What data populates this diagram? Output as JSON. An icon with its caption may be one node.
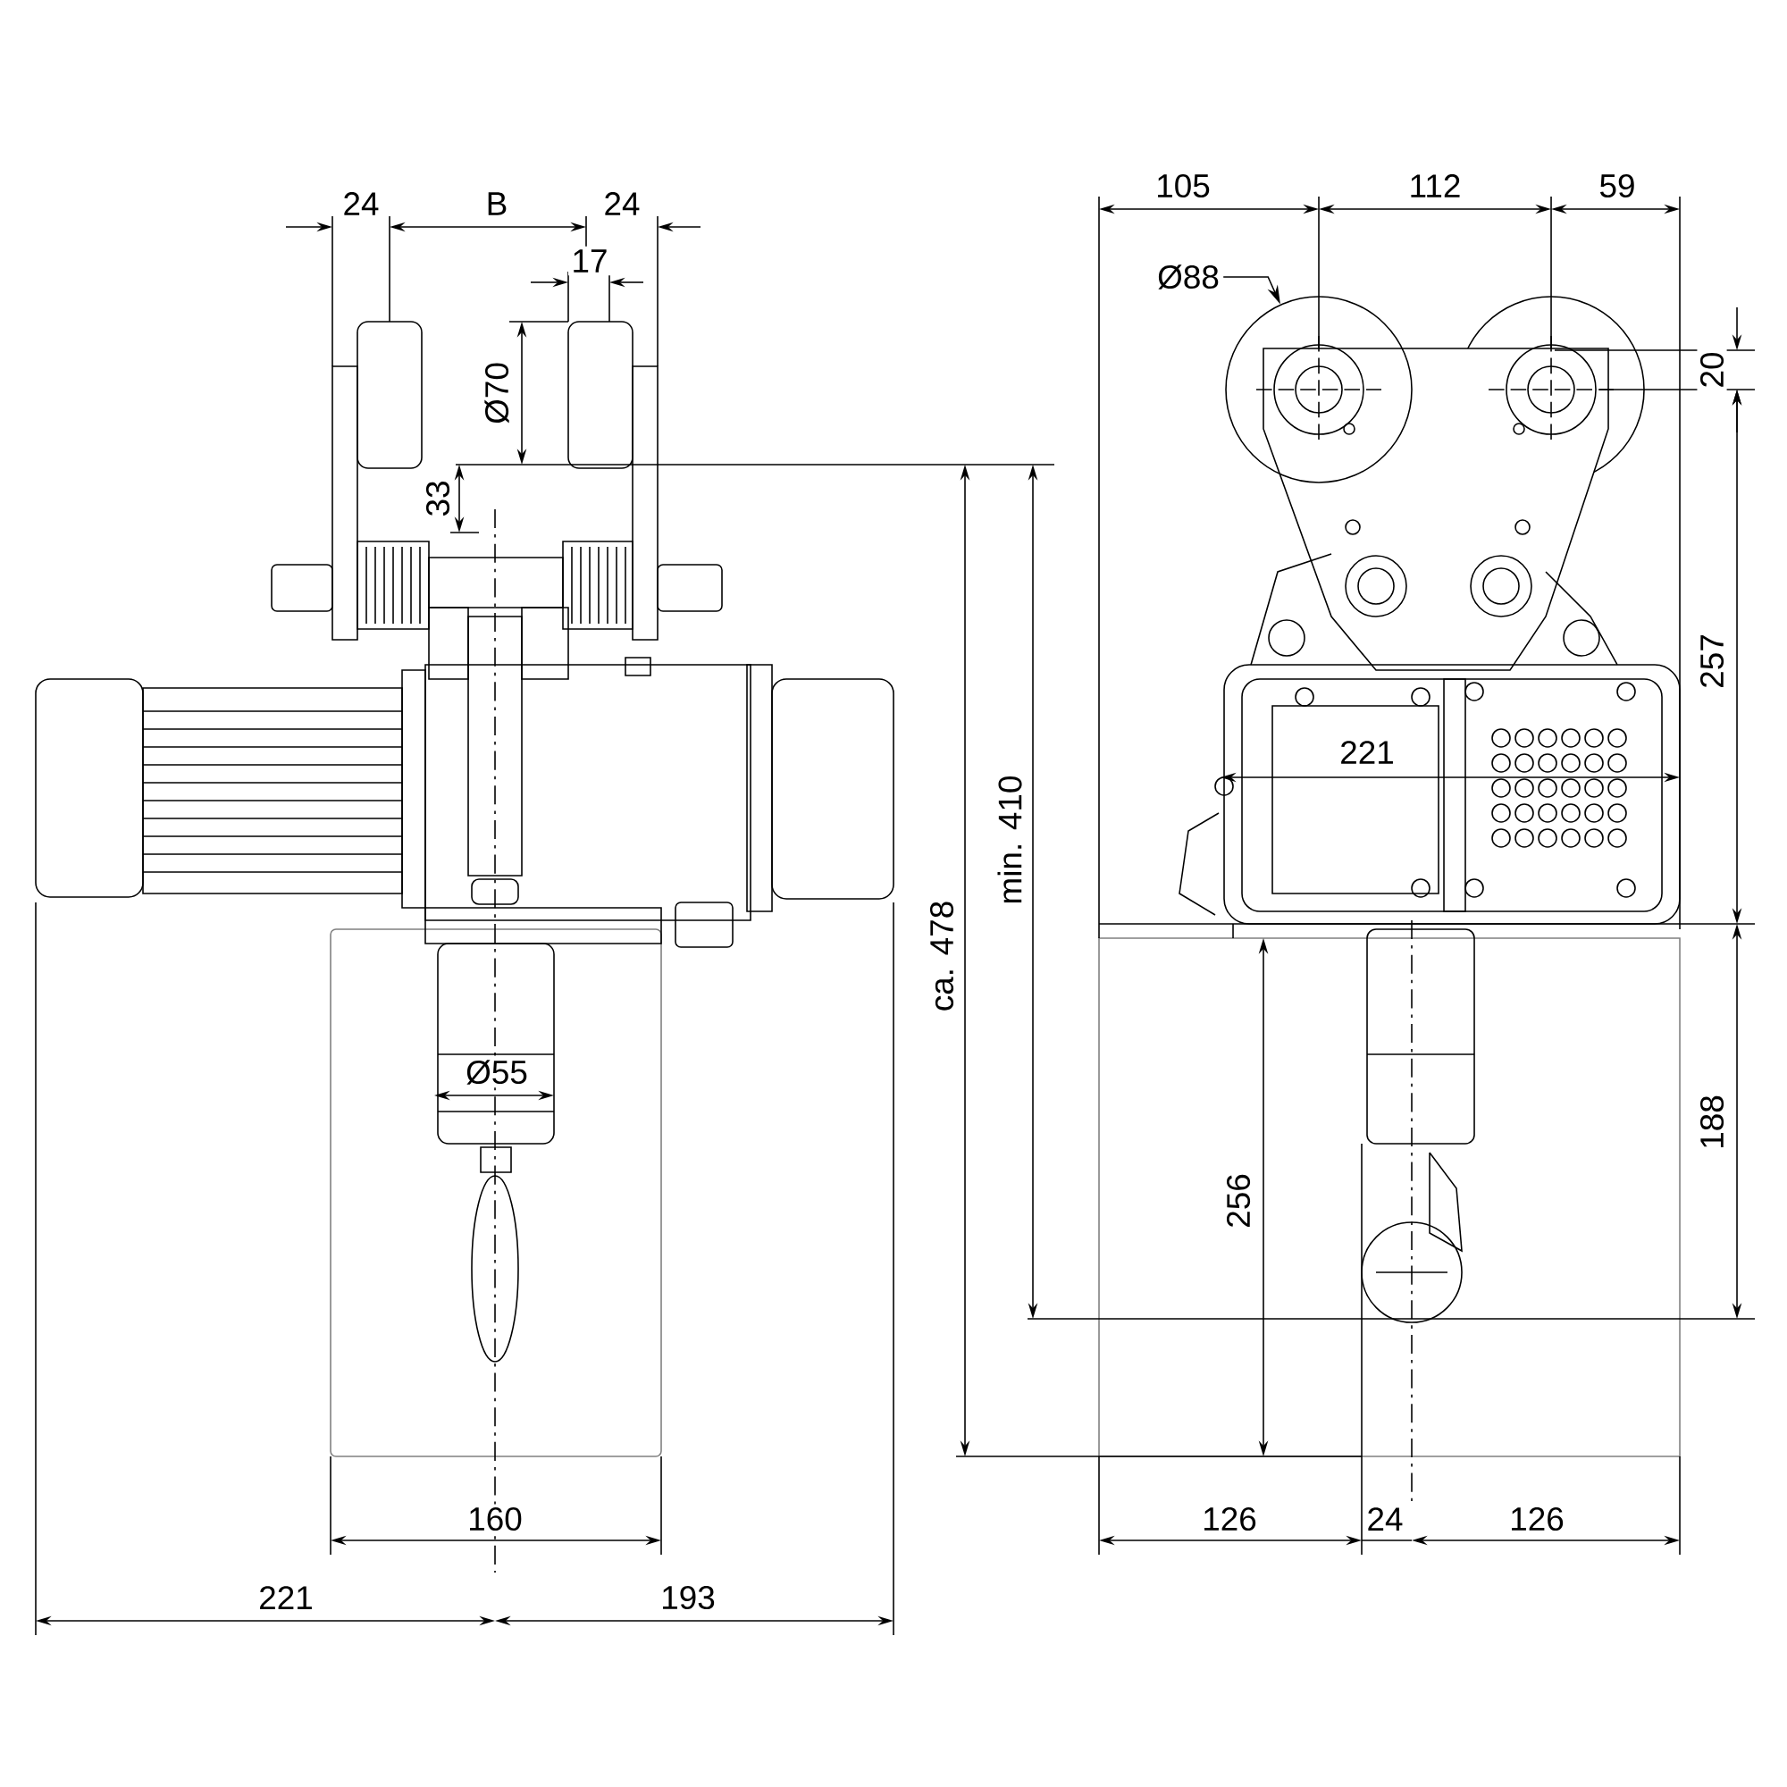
{
  "diagram": {
    "nodes": [
      {
        "text": [
          "Ø88"
        ]
      },
      {
        "text": [],
        "shape": "circle"
      }
    ],
    "edges": [
      {
        "from": 0,
        "to": 1,
        "arrow": "to"
      }
    ],
    "labels": [
      "24",
      "B",
      "24",
      "17",
      "Ø70",
      "33",
      "105",
      "112",
      "59",
      "20",
      "221",
      "257",
      "ca. 478",
      "min. 410",
      "Ø55",
      "188",
      "256",
      "160",
      "126",
      "24",
      "126",
      "221",
      "193"
    ]
  }
}
